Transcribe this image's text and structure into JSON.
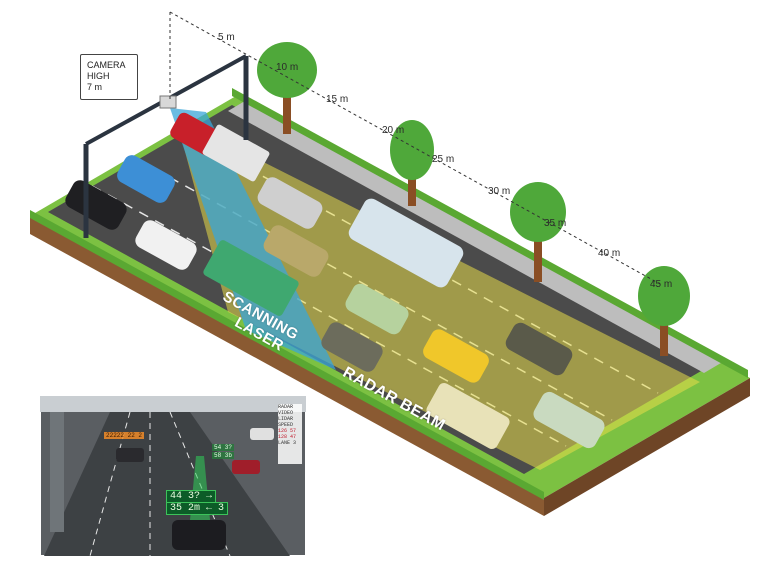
{
  "camera_label": {
    "line1": "CAMERA",
    "line2": "HIGH",
    "line3": "7 m"
  },
  "distance_markers": [
    "5 m",
    "10 m",
    "15 m",
    "20 m",
    "25 m",
    "30 m",
    "35 m",
    "40 m",
    "45 m"
  ],
  "beam_labels": {
    "scanning_line1": "SCANNING",
    "scanning_line2": "LASER",
    "radar": "RADAR BEAM"
  },
  "inset": {
    "hud_line1": "44 3? →",
    "hud_line2": "35 2m ← 3",
    "tag_left": "22222 22 2",
    "tag_mid": "54 3?",
    "tag_mid2": "58 3b",
    "side_panel": [
      "RADAR",
      "VIDEO",
      "LIDAR",
      "SPEED",
      "126 57",
      "128 47",
      "LANE 3"
    ]
  },
  "colors": {
    "grass": "#7cc142",
    "hedge": "#5aa832",
    "road": "#4a4a4a",
    "soil": "#8a5a32",
    "radar": "#d9d24a",
    "laser": "#3aa6d8"
  }
}
